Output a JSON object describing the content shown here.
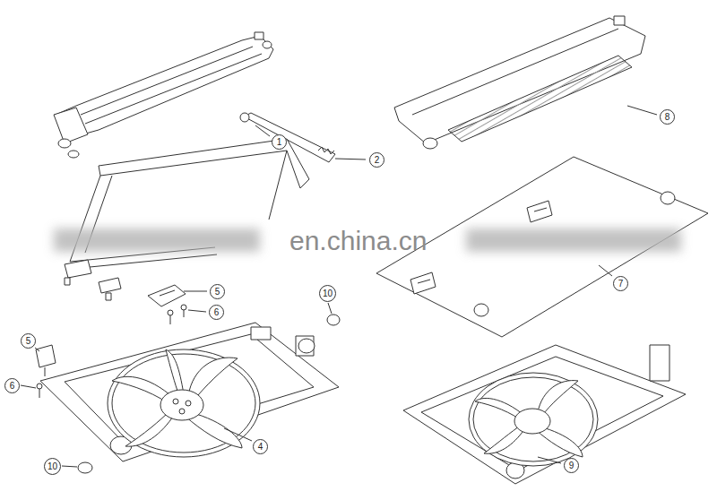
{
  "diagram": {
    "labels": [
      "1",
      "8",
      "2",
      "en.china.cn",
      "5",
      "10",
      "6",
      "7",
      "5",
      "6",
      "4",
      "10",
      "9"
    ]
  }
}
